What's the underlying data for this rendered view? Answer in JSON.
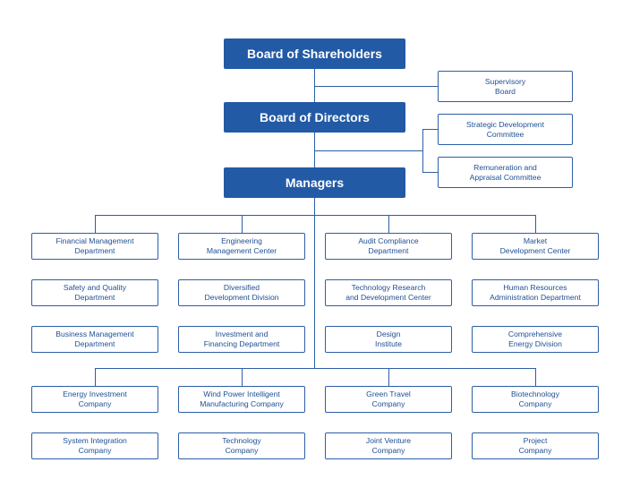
{
  "colors": {
    "primary": "#225aa5",
    "line": "#2d5fa6",
    "text": "#1f4f94"
  },
  "top_nodes": {
    "shareholders": "Board of Shareholders",
    "directors": "Board of Directors",
    "managers": "Managers"
  },
  "side_nodes": {
    "supervisory": "Supervisory\nBoard",
    "strategic": "Strategic Development\nCommittee",
    "remuneration": "Remuneration and\nAppraisal Committee"
  },
  "departments": [
    [
      "Financial Management\nDepartment",
      "Engineering\nManagement Center",
      "Audit Compliance\nDepartment",
      "Market\nDevelopment Center"
    ],
    [
      "Safety and Quality\nDepartment",
      "Diversified\nDevelopment Division",
      "Technology Research\nand Development Center",
      "Human Resources\nAdministration Department"
    ],
    [
      "Business Management\nDepartment",
      "Investment and\nFinancing Department",
      "Design\nInstitute",
      "Comprehensive\nEnergy Division"
    ]
  ],
  "companies": [
    [
      "Energy Investment\nCompany",
      "Wind Power Intelligent\nManufacturing Company",
      "Green Travel\nCompany",
      "Biotechnology\nCompany"
    ],
    [
      "System Integration\nCompany",
      "Technology\nCompany",
      "Joint Venture\nCompany",
      "Project\nCompany"
    ]
  ]
}
